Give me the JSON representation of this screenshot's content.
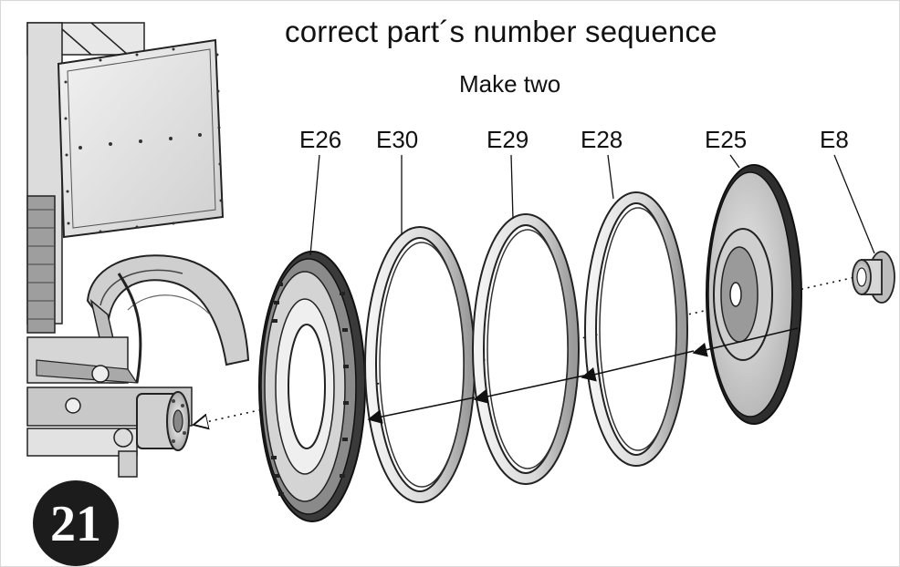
{
  "header": {
    "title": "correct part´s number sequence",
    "subtitle": "Make two"
  },
  "parts": [
    {
      "id": "E26"
    },
    {
      "id": "E30"
    },
    {
      "id": "E29"
    },
    {
      "id": "E28"
    },
    {
      "id": "E25"
    },
    {
      "id": "E8"
    }
  ],
  "step": {
    "number": "21"
  },
  "colors": {
    "badge": "#1c1c1c",
    "line_art": "#1a1a1a",
    "shading_light": "#e6e6e6",
    "shading_mid": "#bdbdbd",
    "shading_dark": "#7a7a7a"
  }
}
